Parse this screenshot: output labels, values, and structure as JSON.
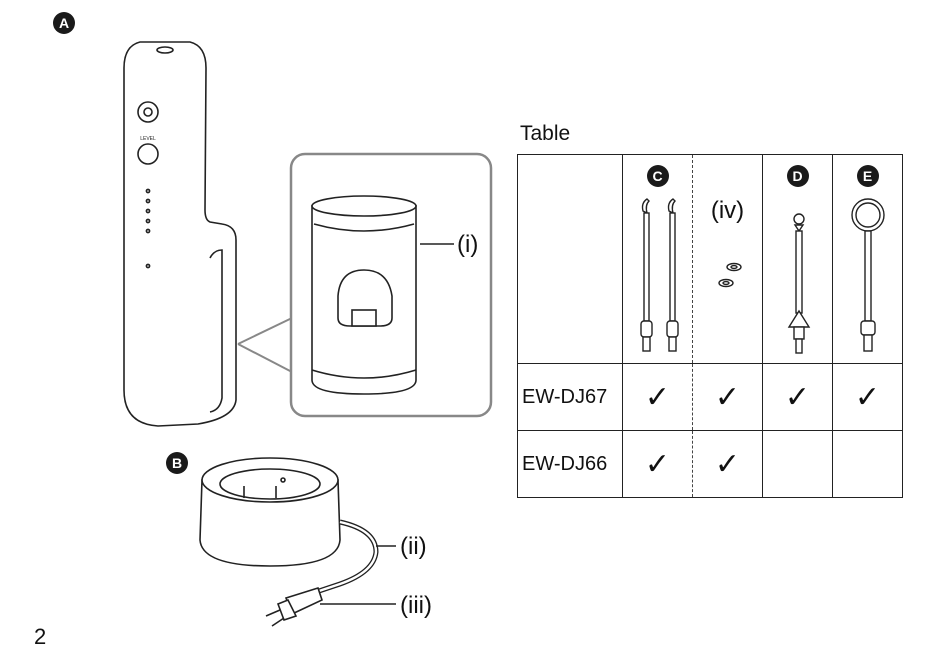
{
  "badges": {
    "a": "A",
    "b": "B",
    "c": "C",
    "d": "D",
    "e": "E"
  },
  "callouts": {
    "i": "(i)",
    "ii": "(ii)",
    "iii": "(iii)",
    "iv": "(iv)"
  },
  "device": {
    "level_label": "LEVEL"
  },
  "table": {
    "title": "Table",
    "rows": [
      {
        "model": "EW-DJ67",
        "checks": [
          "✓",
          "✓",
          "✓",
          "✓"
        ]
      },
      {
        "model": "EW-DJ66",
        "checks": [
          "✓",
          "✓",
          "",
          ""
        ]
      }
    ]
  },
  "page_number": "2"
}
